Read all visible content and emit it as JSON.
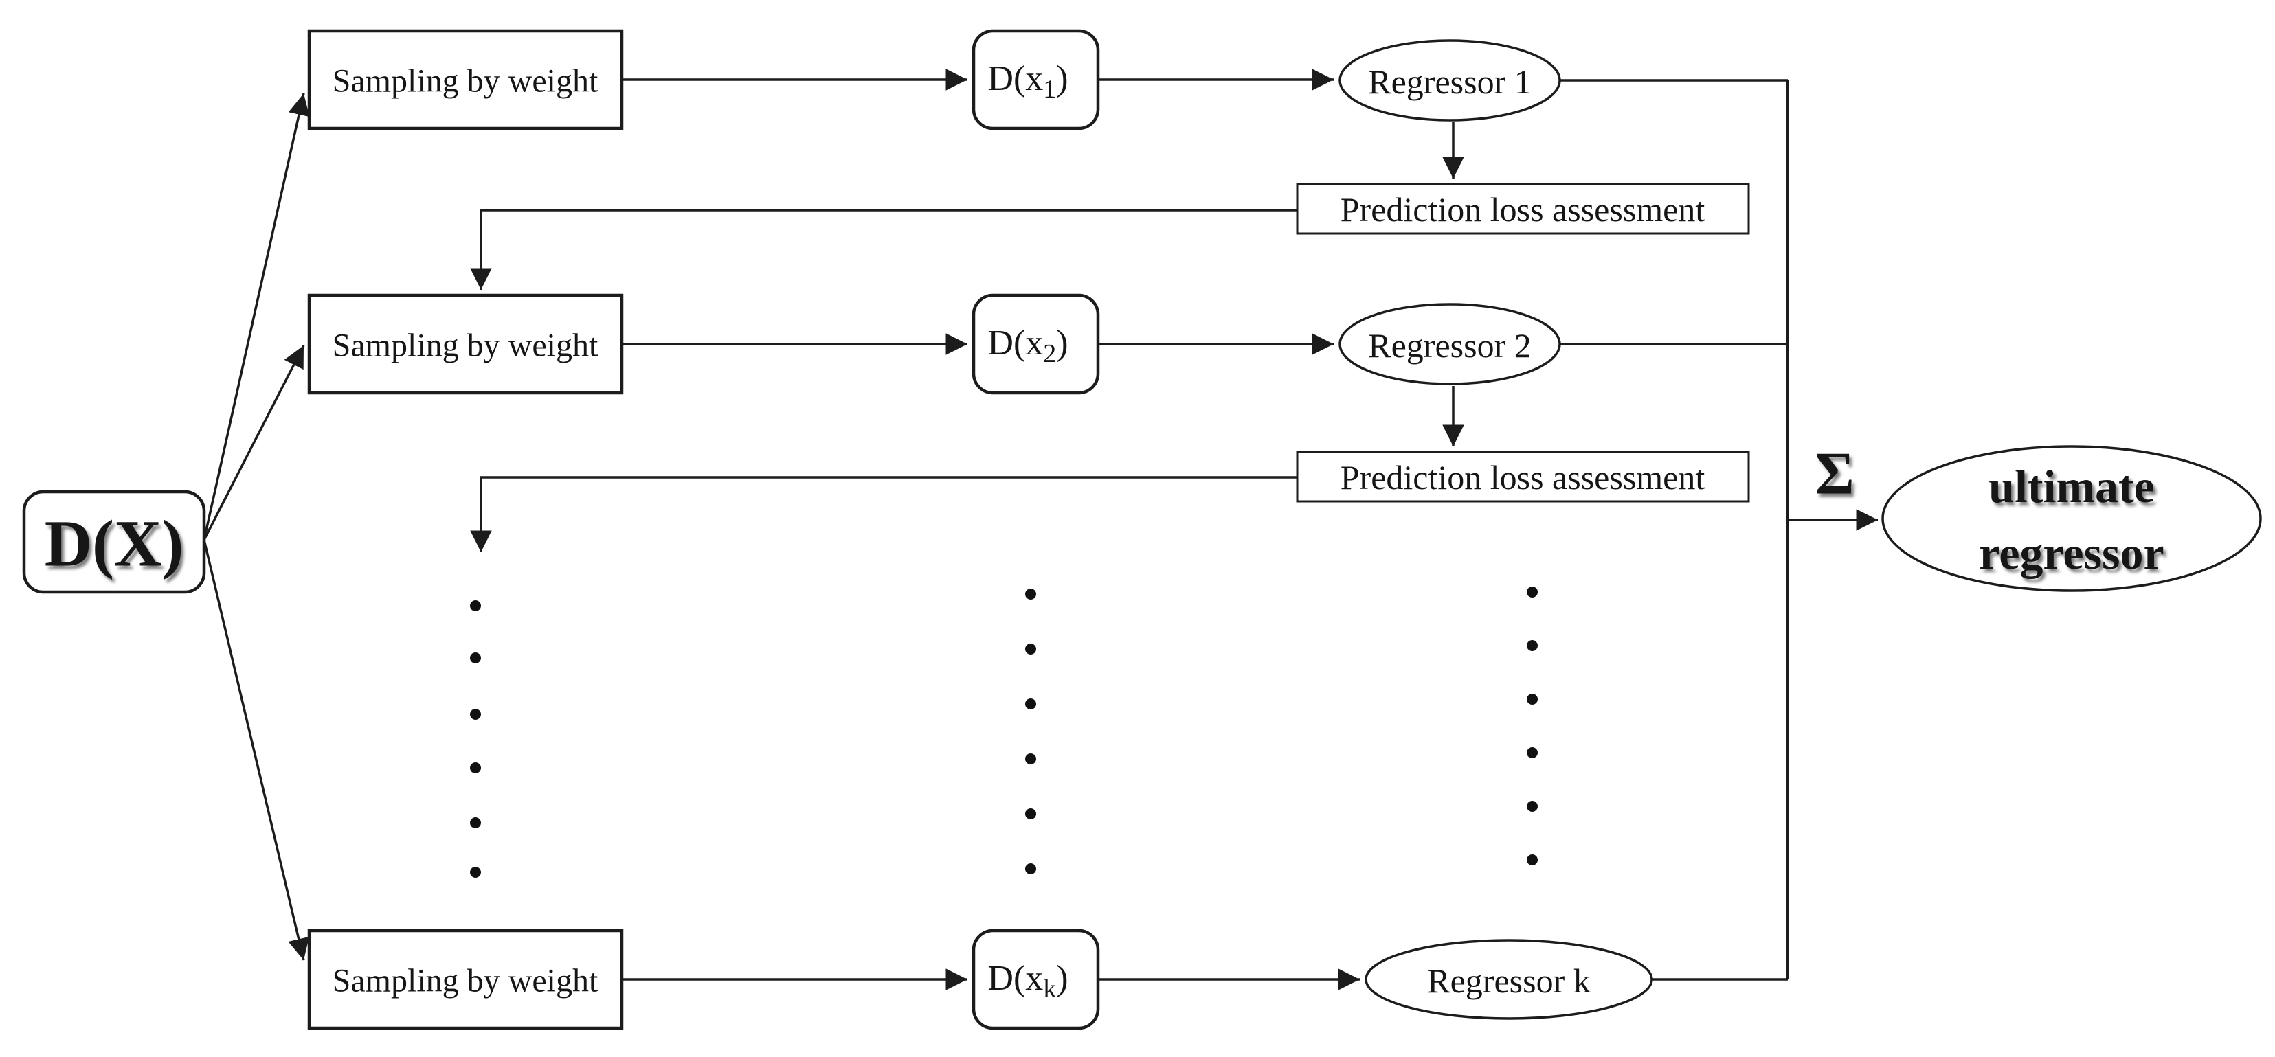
{
  "diagram": {
    "background_color": "#ffffff",
    "line_color": "#1c1c1c",
    "input_node": {
      "label": "D(X)"
    },
    "rows": [
      {
        "sampling_label": "Sampling by weight",
        "dataset_prefix": "D(x",
        "dataset_sub": "1",
        "dataset_suffix": ")",
        "regressor_label": "Regressor 1"
      },
      {
        "sampling_label": "Sampling by weight",
        "dataset_prefix": "D(x",
        "dataset_sub": "2",
        "dataset_suffix": ")",
        "regressor_label": "Regressor 2"
      },
      {
        "sampling_label": "Sampling by weight",
        "dataset_prefix": "D(x",
        "dataset_sub": "k",
        "dataset_suffix": ")",
        "regressor_label": "Regressor k"
      }
    ],
    "loss_boxes": [
      "Prediction loss assessment",
      "Prediction loss assessment"
    ],
    "sum_symbol": "Σ",
    "ultimate_node": {
      "line1": "ultimate",
      "line2": "regressor"
    }
  }
}
